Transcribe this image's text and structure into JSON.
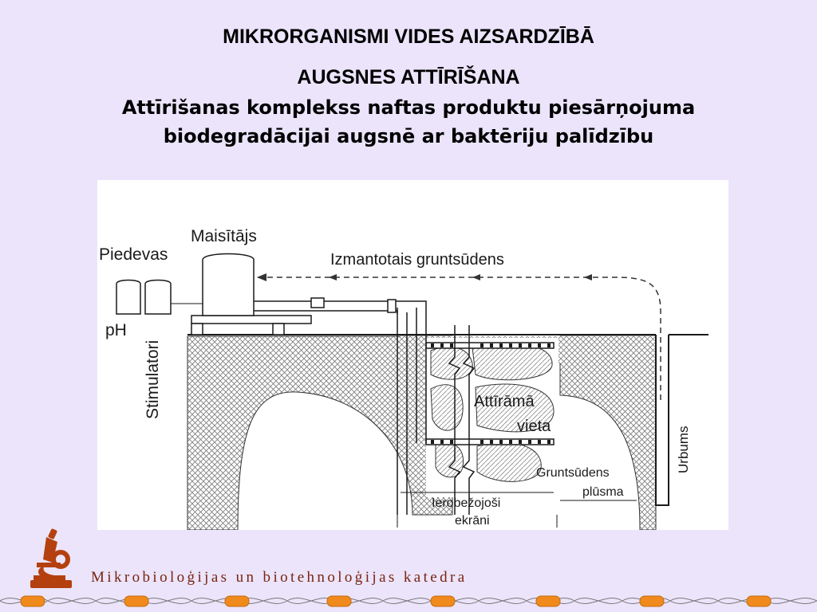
{
  "header": {
    "title": "MIKRORGANISMI VIDES AIZSARDZĪBĀ",
    "subtitle": "AUGSNES ATTĪRĪŠANA",
    "caption_line1": "Attīrišanas komplekss naftas produktu piesārņojuma",
    "caption_line2": "biodegradācijai augsnē ar baktēriju palīdzību"
  },
  "diagram": {
    "labels": {
      "mixer": "Maisītājs",
      "additives": "Piedevas",
      "ph": "pH",
      "stimulators": "Stimulatori",
      "used_groundwater": "Izmantotais gruntsūdens",
      "site_line1": "Attīrāmā",
      "site_line2": "vieta",
      "flow_line1": "Gruntsūdens",
      "flow_line2": "plūsma",
      "screens_line1": "Ierobežojoši",
      "screens_line2": "ekrāni",
      "borehole": "Urbums"
    }
  },
  "footer": {
    "department": "Mikrobioloģijas un biotehnoloģijas katedra"
  },
  "colors": {
    "background": "#ebe4fb",
    "footer_text": "#7a2310",
    "logo": "#b5400f",
    "bead": "#f08a1c"
  },
  "icons": {
    "logo": "microscope-icon"
  }
}
